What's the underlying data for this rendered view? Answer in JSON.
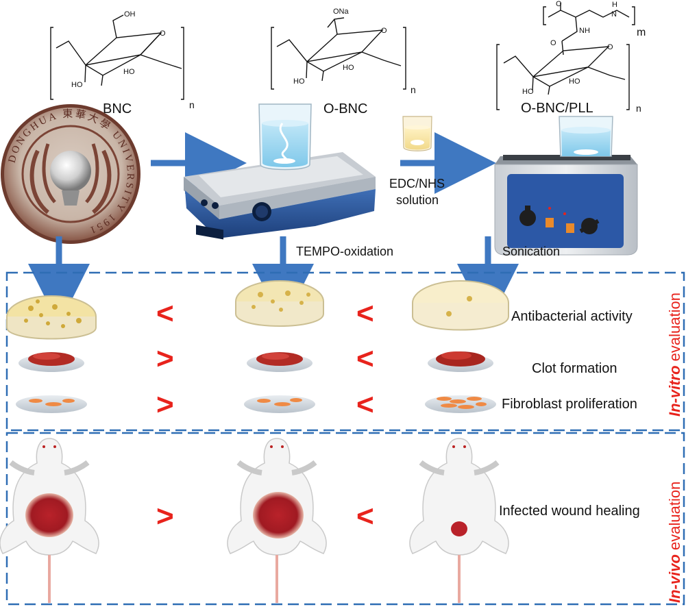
{
  "colors": {
    "arrow": "#3f78c1",
    "box_dash": "#2e6db4",
    "symbol": "#e8231c",
    "eval_label": "#e8231c"
  },
  "structures": {
    "bnc": {
      "label": "BNC",
      "sub": "n",
      "oh_top": "OH",
      "o_ring": "O",
      "ho_left": "HO",
      "ho_mid": "HO"
    },
    "obnc": {
      "label": "O-BNC",
      "sub": "n",
      "ona": "ONa",
      "o_ring": "O",
      "ho_left": "HO",
      "ho_mid": "HO"
    },
    "obnc_pll": {
      "label": "O-BNC/PLL",
      "sub": "n",
      "sub_m": "m",
      "h": "H",
      "n": "N",
      "nh": "NH",
      "o_top": "O",
      "o_amide": "O",
      "o_ring": "O",
      "ho_left": "HO",
      "ho_mid": "HO"
    }
  },
  "seal_text": "DONGHUA 東華大學 UNIVERSITY 1951",
  "step_labels": {
    "edc_nhs": [
      "EDC/NHS",
      "solution"
    ],
    "tempo": "TEMPO-oxidation",
    "sonication": "Sonication"
  },
  "in_vitro": {
    "label_italic": "In-vitro",
    "label_rest": " evaluation",
    "rows": [
      {
        "name": "Antibacterial activity",
        "s1": "<",
        "s2": "<"
      },
      {
        "name": "Clot formation",
        "s1": ">",
        "s2": "<"
      },
      {
        "name": "Fibroblast proliferation",
        "s1": ">",
        "s2": "<"
      }
    ]
  },
  "in_vivo": {
    "label_italic": "In-vivo",
    "label_rest": " evaluation",
    "row": {
      "name": "Infected wound healing",
      "s1": ">",
      "s2": "<"
    }
  },
  "icons": [
    "university-seal-icon",
    "magnetic-stirrer-icon",
    "beaker-icon",
    "ultrasonic-bath-icon",
    "petri-dish-icon",
    "clot-plate-icon",
    "fibroblast-plate-icon",
    "rat-icon"
  ]
}
